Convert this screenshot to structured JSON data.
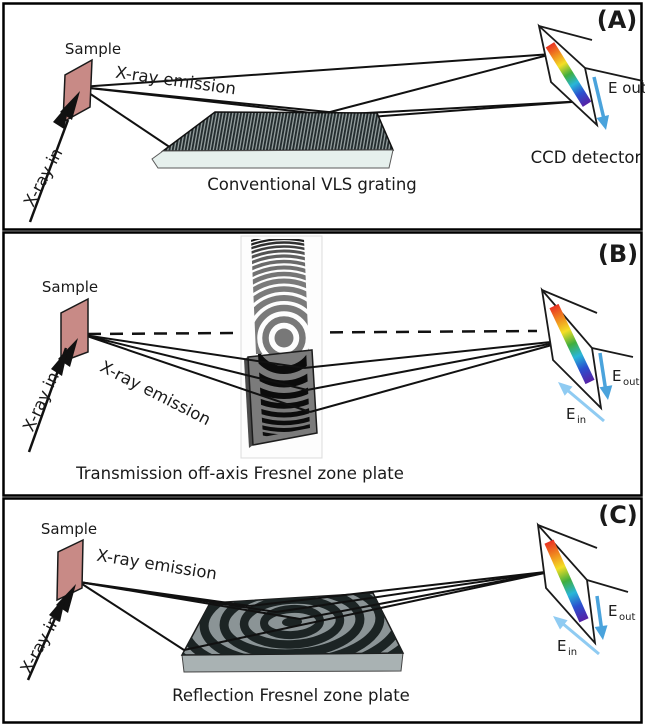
{
  "figure": {
    "panels": [
      {
        "tag": "(A)",
        "sample": "Sample",
        "xray_in": "X-ray in",
        "emission": "X-ray emission",
        "caption": "Conventional VLS grating",
        "detector": "CCD detector",
        "e_out": "E out"
      },
      {
        "tag": "(B)",
        "sample": "Sample",
        "xray_in": "X-ray in",
        "emission": "X-ray emission",
        "caption": "Transmission off-axis Fresnel zone plate",
        "e": "E",
        "out": "out",
        "in": "in"
      },
      {
        "tag": "(C)",
        "sample": "Sample",
        "xray_in": "X-ray in",
        "emission": "X-ray emission",
        "caption": "Reflection Fresnel zone plate",
        "e": "E",
        "out": "out",
        "in": "in"
      }
    ],
    "colors": {
      "sample_fill": "#c88a86",
      "ray": "#111111",
      "e_out_arrow": "#4aa3dc",
      "e_in_arrow": "#8fcbf2",
      "plate_gray": "#7b7b7b",
      "zone_dark": "#1c2424",
      "grating_base": "#e6f0ed",
      "rainbow": [
        "#e93223",
        "#f08b1f",
        "#f3df25",
        "#3fae3f",
        "#29b6d8",
        "#2b50cf",
        "#5722a6"
      ]
    }
  }
}
